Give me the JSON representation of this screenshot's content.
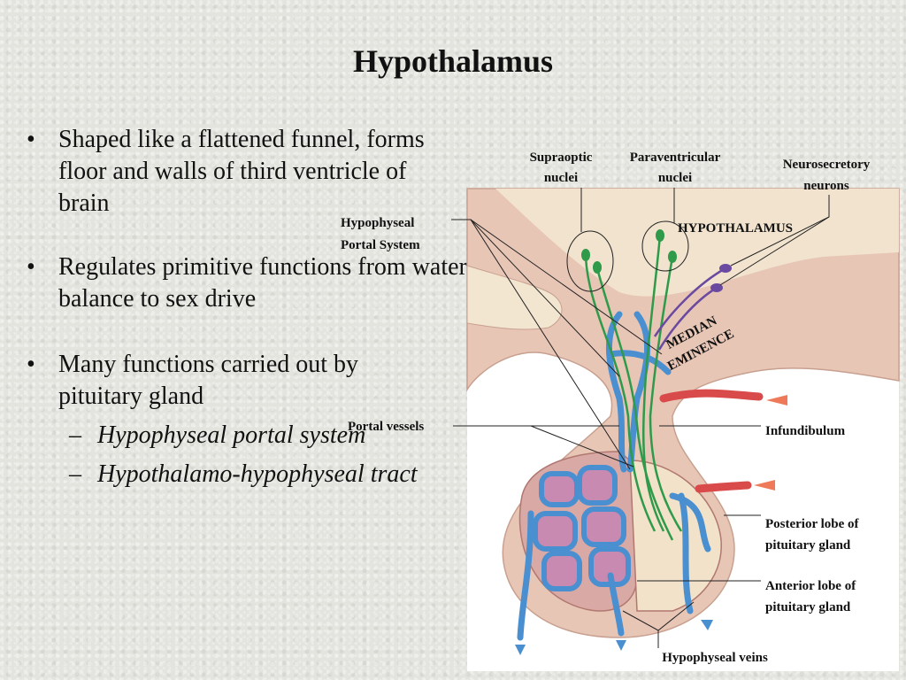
{
  "slide": {
    "title": "Hypothalamus",
    "bullets": [
      "Shaped like a flattened funnel, forms floor and walls of third ventricle of brain",
      "Regulates primitive functions from water balance to sex drive",
      "Many functions carried out by pituitary gland"
    ],
    "subbullets": [
      "Hypophyseal portal system",
      "Hypothalamo-hypophyseal tract"
    ]
  },
  "diagram": {
    "labels": {
      "supraoptic_1": "Supraoptic",
      "supraoptic_2": "nuclei",
      "paraventricular_1": "Paraventricular",
      "paraventricular_2": "nuclei",
      "neurosecretory_1": "Neurosecretory",
      "neurosecretory_2": "neurons",
      "portal_system_1": "Hypophyseal",
      "portal_system_2": "Portal System",
      "hypothalamus": "HYPOTHALAMUS",
      "median": "MEDIAN",
      "eminence": "EMINENCE",
      "portal_vessels": "Portal vessels",
      "infundibulum": "Infundibulum",
      "posterior_1": "Posterior lobe of",
      "posterior_2": "pituitary gland",
      "anterior_1": "Anterior lobe of",
      "anterior_2": "pituitary gland",
      "veins": "Hypophyseal veins"
    },
    "colors": {
      "tissue": "#e8c6b6",
      "vessel_blue": "#4a8fd0",
      "artery_red": "#d94b4b",
      "axon_green": "#2e9a4a",
      "axon_purple": "#6a4aa0"
    }
  }
}
